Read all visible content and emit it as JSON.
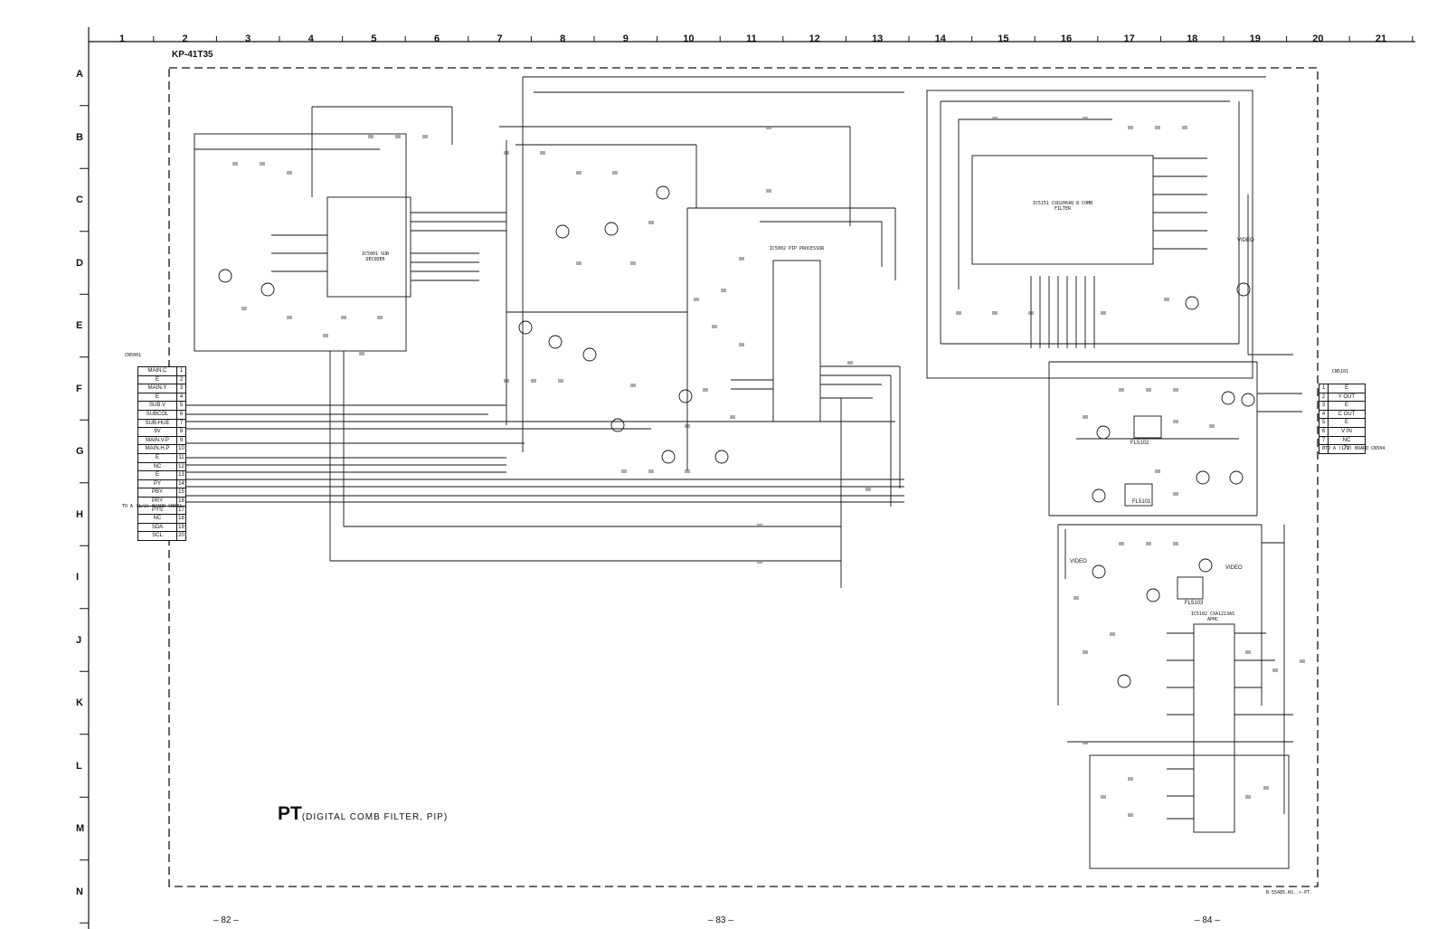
{
  "sheet": {
    "columns": [
      "1",
      "2",
      "3",
      "4",
      "5",
      "6",
      "7",
      "8",
      "9",
      "10",
      "11",
      "12",
      "13",
      "14",
      "15",
      "16",
      "17",
      "18",
      "19",
      "20",
      "21"
    ],
    "rows": [
      "A",
      "B",
      "C",
      "D",
      "E",
      "F",
      "G",
      "H",
      "I",
      "J",
      "K",
      "L",
      "M",
      "N"
    ],
    "model": "KP-41T35",
    "board_title": "PT",
    "board_subtitle": "(DIGITAL COMB FILTER, PIP)",
    "page_numbers": [
      "– 82 –",
      "– 83 –",
      "– 84 –"
    ],
    "doc_code": "B-55485.KU..>-PT."
  },
  "connector_left": {
    "ref": "CN5001",
    "pins": [
      {
        "name": "MAIN.C",
        "pin": "1"
      },
      {
        "name": "E",
        "pin": "2"
      },
      {
        "name": "MAIN.Y",
        "pin": "3"
      },
      {
        "name": "E",
        "pin": "4"
      },
      {
        "name": "SUB.V",
        "pin": "5"
      },
      {
        "name": "SUBCOL",
        "pin": "6"
      },
      {
        "name": "SUB-HUE",
        "pin": "7"
      },
      {
        "name": "9V",
        "pin": "8"
      },
      {
        "name": "MAIN.V.P",
        "pin": "9"
      },
      {
        "name": "MAIN.H.P",
        "pin": "10"
      },
      {
        "name": "E",
        "pin": "11"
      },
      {
        "name": "NC",
        "pin": "12"
      },
      {
        "name": "E",
        "pin": "13"
      },
      {
        "name": "PY",
        "pin": "14"
      },
      {
        "name": "PBY",
        "pin": "15"
      },
      {
        "name": "PRY",
        "pin": "16"
      },
      {
        "name": "PYS",
        "pin": "17"
      },
      {
        "name": "NC",
        "pin": "18"
      },
      {
        "name": "SDA",
        "pin": "19"
      },
      {
        "name": "SCL",
        "pin": "20"
      }
    ],
    "caption": "TO A (1/2) BOARD CN501"
  },
  "connector_right": {
    "ref": "CN5101",
    "pins": [
      {
        "pin": "1",
        "name": "E"
      },
      {
        "pin": "2",
        "name": "Y OUT"
      },
      {
        "pin": "3",
        "name": "E"
      },
      {
        "pin": "4",
        "name": "C OUT"
      },
      {
        "pin": "5",
        "name": "E"
      },
      {
        "pin": "6",
        "name": "V IN"
      },
      {
        "pin": "7",
        "name": "NC"
      },
      {
        "pin": "8",
        "name": "7V"
      }
    ],
    "caption": "TO A (1/2) BOARD CN504"
  },
  "ics": {
    "ic5151": "IC5151 CXD2064Q 8 COMB FILTER",
    "ic5001": "IC5001 SUB DECODER",
    "ic5002": "IC5002 PIP PROCESSOR",
    "ic5102": "IC5102 CXA1213AS APHC"
  },
  "signal_labels": {
    "video1": "VIDEO",
    "video2": "VIDEO",
    "video3": "VIDEO",
    "fl5101": "FL5101",
    "fl5102": "FL5102",
    "fl5103": "FL5103",
    "y_out": "Y OUT",
    "c_out": "C OUT"
  },
  "colors": {
    "ink": "#111111",
    "paper": "#ffffff"
  }
}
